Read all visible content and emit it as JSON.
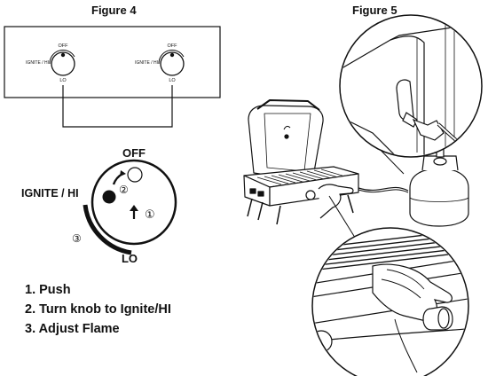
{
  "figure4": {
    "title": "Figure 4",
    "panel_knob_left": {
      "off": "OFF",
      "ignite": "IGNITE / HI",
      "lo": "LO"
    },
    "panel_knob_right": {
      "off": "OFF",
      "ignite": "IGNITE / HI",
      "lo": "LO"
    },
    "big_knob": {
      "off": "OFF",
      "ignite": "IGNITE / HI",
      "lo": "LO",
      "marker_1": "①",
      "marker_2": "②",
      "marker_3": "③"
    }
  },
  "figure5": {
    "title": "Figure 5"
  },
  "steps": [
    "1. Push",
    "2. Turn knob to Ignite/HI",
    "3. Adjust Flame"
  ]
}
